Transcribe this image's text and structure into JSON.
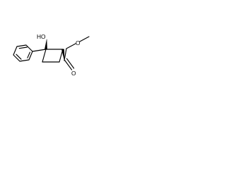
{
  "structure": {
    "atoms": {
      "hydroxyl": "HO",
      "carbonyl_oxygen": "O",
      "ester_oxygen": "O"
    }
  }
}
